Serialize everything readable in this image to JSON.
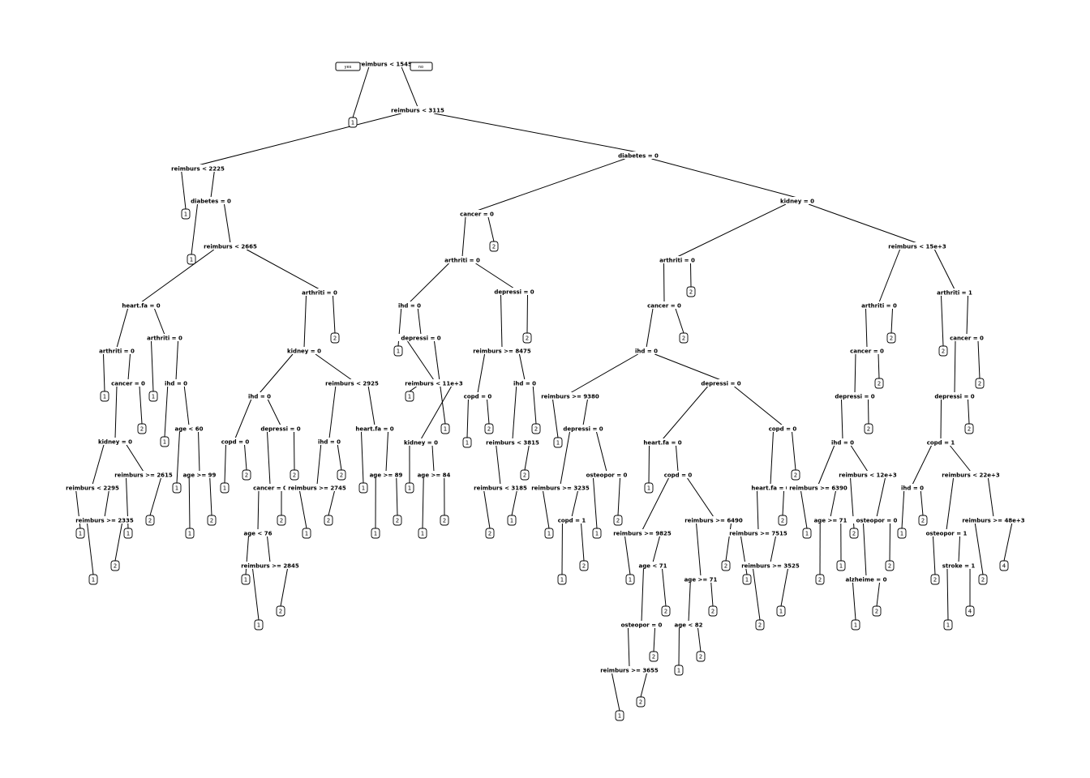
{
  "legend": {
    "yes": "yes",
    "no": "no"
  },
  "nodes": [
    {
      "id": "n1",
      "label": "reimburs < 1545",
      "parent": null,
      "branch": null
    },
    {
      "id": "L1",
      "leaf": "1",
      "parent": "n1",
      "branch": "yes"
    },
    {
      "id": "n2",
      "label": "reimburs < 3115",
      "parent": "n1",
      "branch": "no"
    },
    {
      "id": "n3",
      "label": "reimburs < 2225",
      "parent": "n2",
      "branch": "yes"
    },
    {
      "id": "n4",
      "label": "diabetes = 0",
      "parent": "n2",
      "branch": "no"
    },
    {
      "id": "L2",
      "leaf": "1",
      "parent": "n3",
      "branch": "yes"
    },
    {
      "id": "n5",
      "label": "diabetes = 0",
      "parent": "n3",
      "branch": "no"
    },
    {
      "id": "L3",
      "leaf": "1",
      "parent": "n5",
      "branch": "yes"
    },
    {
      "id": "n6",
      "label": "reimburs < 2665",
      "parent": "n5",
      "branch": "no"
    },
    {
      "id": "n7",
      "label": "heart.fa = 0",
      "parent": "n6",
      "branch": "yes"
    },
    {
      "id": "n8",
      "label": "arthriti = 0",
      "parent": "n6",
      "branch": "no"
    },
    {
      "id": "n9",
      "label": "arthriti = 0",
      "parent": "n7",
      "branch": "yes"
    },
    {
      "id": "n10",
      "label": "arthriti = 0",
      "parent": "n7",
      "branch": "no"
    },
    {
      "id": "L4",
      "leaf": "1",
      "parent": "n9",
      "branch": "yes"
    },
    {
      "id": "n11",
      "label": "cancer = 0",
      "parent": "n9",
      "branch": "no"
    },
    {
      "id": "n12",
      "label": "kidney = 0",
      "parent": "n11",
      "branch": "yes"
    },
    {
      "id": "L5",
      "leaf": "2",
      "parent": "n11",
      "branch": "no"
    },
    {
      "id": "n13",
      "label": "reimburs < 2295",
      "parent": "n12",
      "branch": "yes"
    },
    {
      "id": "n14",
      "label": "reimburs >= 2615",
      "parent": "n12",
      "branch": "no"
    },
    {
      "id": "L6",
      "leaf": "1",
      "parent": "n13",
      "branch": "yes"
    },
    {
      "id": "n15",
      "label": "reimburs >= 2335",
      "parent": "n13",
      "branch": "no"
    },
    {
      "id": "L7",
      "leaf": "1",
      "parent": "n15",
      "branch": "yes"
    },
    {
      "id": "L8",
      "leaf": "2",
      "parent": "n15",
      "branch": "no"
    },
    {
      "id": "L9",
      "leaf": "1",
      "parent": "n14",
      "branch": "yes"
    },
    {
      "id": "L10",
      "leaf": "2",
      "parent": "n14",
      "branch": "no"
    },
    {
      "id": "L11",
      "leaf": "1",
      "parent": "n10",
      "branch": "yes"
    },
    {
      "id": "n16",
      "label": "ihd = 0",
      "parent": "n10",
      "branch": "no"
    },
    {
      "id": "L12",
      "leaf": "1",
      "parent": "n16",
      "branch": "yes"
    },
    {
      "id": "n17",
      "label": "age < 60",
      "parent": "n16",
      "branch": "no"
    },
    {
      "id": "L13",
      "leaf": "1",
      "parent": "n17",
      "branch": "yes"
    },
    {
      "id": "n18",
      "label": "age >= 99",
      "parent": "n17",
      "branch": "no"
    },
    {
      "id": "L14",
      "leaf": "1",
      "parent": "n18",
      "branch": "yes"
    },
    {
      "id": "L15",
      "leaf": "2",
      "parent": "n18",
      "branch": "no"
    },
    {
      "id": "n19",
      "label": "kidney = 0",
      "parent": "n8",
      "branch": "yes"
    },
    {
      "id": "L16",
      "leaf": "2",
      "parent": "n8",
      "branch": "no"
    },
    {
      "id": "n20",
      "label": "ihd = 0",
      "parent": "n19",
      "branch": "yes"
    },
    {
      "id": "n21",
      "label": "reimburs < 2925",
      "parent": "n19",
      "branch": "no"
    },
    {
      "id": "n22",
      "label": "copd = 0",
      "parent": "n20",
      "branch": "yes"
    },
    {
      "id": "n23",
      "label": "depressi = 0",
      "parent": "n20",
      "branch": "no"
    },
    {
      "id": "L17",
      "leaf": "1",
      "parent": "n22",
      "branch": "yes"
    },
    {
      "id": "L18",
      "leaf": "2",
      "parent": "n22",
      "branch": "no"
    },
    {
      "id": "n24",
      "label": "cancer = 0",
      "parent": "n23",
      "branch": "yes"
    },
    {
      "id": "L19",
      "leaf": "2",
      "parent": "n23",
      "branch": "no"
    },
    {
      "id": "n25",
      "label": "age < 76",
      "parent": "n24",
      "branch": "yes"
    },
    {
      "id": "L20",
      "leaf": "2",
      "parent": "n24",
      "branch": "no"
    },
    {
      "id": "L21",
      "leaf": "1",
      "parent": "n25",
      "branch": "yes"
    },
    {
      "id": "n26",
      "label": "reimburs >= 2845",
      "parent": "n25",
      "branch": "no"
    },
    {
      "id": "L22",
      "leaf": "1",
      "parent": "n26",
      "branch": "yes"
    },
    {
      "id": "L23",
      "leaf": "2",
      "parent": "n26",
      "branch": "no"
    },
    {
      "id": "n27",
      "label": "ihd = 0",
      "parent": "n21",
      "branch": "yes"
    },
    {
      "id": "n28",
      "label": "heart.fa = 0",
      "parent": "n21",
      "branch": "no"
    },
    {
      "id": "n29",
      "label": "reimburs >= 2745",
      "parent": "n27",
      "branch": "yes"
    },
    {
      "id": "L24",
      "leaf": "2",
      "parent": "n27",
      "branch": "no"
    },
    {
      "id": "L25",
      "leaf": "1",
      "parent": "n29",
      "branch": "yes"
    },
    {
      "id": "L26",
      "leaf": "2",
      "parent": "n29",
      "branch": "no"
    },
    {
      "id": "L27",
      "leaf": "1",
      "parent": "n28",
      "branch": "yes"
    },
    {
      "id": "n30",
      "label": "age >= 89",
      "parent": "n28",
      "branch": "no"
    },
    {
      "id": "L28",
      "leaf": "1",
      "parent": "n30",
      "branch": "yes"
    },
    {
      "id": "L29",
      "leaf": "2",
      "parent": "n30",
      "branch": "no"
    },
    {
      "id": "n31",
      "label": "cancer = 0",
      "parent": "n4",
      "branch": "yes"
    },
    {
      "id": "n32",
      "label": "kidney = 0",
      "parent": "n4",
      "branch": "no"
    },
    {
      "id": "n33",
      "label": "arthriti = 0",
      "parent": "n31",
      "branch": "yes"
    },
    {
      "id": "L30",
      "leaf": "2",
      "parent": "n31",
      "branch": "no"
    },
    {
      "id": "n34",
      "label": "ihd = 0",
      "parent": "n33",
      "branch": "yes"
    },
    {
      "id": "n35",
      "label": "depressi = 0",
      "parent": "n33",
      "branch": "no"
    },
    {
      "id": "L31",
      "leaf": "1",
      "parent": "n34",
      "branch": "yes"
    },
    {
      "id": "n36",
      "label": "depressi = 0",
      "parent": "n34",
      "branch": "no"
    },
    {
      "id": "n37",
      "label": "reimburs < 11e+3",
      "parent": "n36",
      "branch": "yes"
    },
    {
      "id": "L32",
      "leaf": "1",
      "parent": "n36",
      "branch": "no"
    },
    {
      "id": "L33",
      "leaf": "1",
      "parent": "n37",
      "branch": "yes"
    },
    {
      "id": "n38",
      "label": "kidney = 0",
      "parent": "n37",
      "branch": "no"
    },
    {
      "id": "L34",
      "leaf": "1",
      "parent": "n38",
      "branch": "yes"
    },
    {
      "id": "n39",
      "label": "age >= 84",
      "parent": "n38",
      "branch": "no"
    },
    {
      "id": "L35",
      "leaf": "1",
      "parent": "n39",
      "branch": "yes"
    },
    {
      "id": "L36",
      "leaf": "2",
      "parent": "n39",
      "branch": "no"
    },
    {
      "id": "n40",
      "label": "reimburs >= 8475",
      "parent": "n35",
      "branch": "yes"
    },
    {
      "id": "L37",
      "leaf": "2",
      "parent": "n35",
      "branch": "no"
    },
    {
      "id": "n41",
      "label": "copd = 0",
      "parent": "n40",
      "branch": "yes"
    },
    {
      "id": "n42",
      "label": "ihd = 0",
      "parent": "n40",
      "branch": "no"
    },
    {
      "id": "L38",
      "leaf": "1",
      "parent": "n41",
      "branch": "yes"
    },
    {
      "id": "L39",
      "leaf": "2",
      "parent": "n41",
      "branch": "no"
    },
    {
      "id": "n43",
      "label": "reimburs < 3815",
      "parent": "n42",
      "branch": "yes"
    },
    {
      "id": "L40",
      "leaf": "2",
      "parent": "n42",
      "branch": "no"
    },
    {
      "id": "n44",
      "label": "reimburs < 3185",
      "parent": "n43",
      "branch": "yes"
    },
    {
      "id": "L41",
      "leaf": "2",
      "parent": "n43",
      "branch": "no"
    },
    {
      "id": "L42",
      "leaf": "2",
      "parent": "n44",
      "branch": "yes"
    },
    {
      "id": "L43",
      "leaf": "1",
      "parent": "n44",
      "branch": "no"
    },
    {
      "id": "n45",
      "label": "arthriti = 0",
      "parent": "n32",
      "branch": "yes"
    },
    {
      "id": "n46",
      "label": "reimburs < 15e+3",
      "parent": "n32",
      "branch": "no"
    },
    {
      "id": "n47",
      "label": "cancer = 0",
      "parent": "n45",
      "branch": "yes"
    },
    {
      "id": "L44",
      "leaf": "2",
      "parent": "n45",
      "branch": "no"
    },
    {
      "id": "n48",
      "label": "ihd = 0",
      "parent": "n47",
      "branch": "yes"
    },
    {
      "id": "L45",
      "leaf": "2",
      "parent": "n47",
      "branch": "no"
    },
    {
      "id": "n49",
      "label": "reimburs >= 9380",
      "parent": "n48",
      "branch": "yes"
    },
    {
      "id": "n50",
      "label": "depressi = 0",
      "parent": "n48",
      "branch": "no"
    },
    {
      "id": "L46",
      "leaf": "1",
      "parent": "n49",
      "branch": "yes"
    },
    {
      "id": "n51",
      "label": "depressi = 0",
      "parent": "n49",
      "branch": "no"
    },
    {
      "id": "n52",
      "label": "reimburs >= 3235",
      "parent": "n51",
      "branch": "yes"
    },
    {
      "id": "n53",
      "label": "osteopor = 0",
      "parent": "n51",
      "branch": "no"
    },
    {
      "id": "L47",
      "leaf": "1",
      "parent": "n52",
      "branch": "yes"
    },
    {
      "id": "n54",
      "label": "copd = 1",
      "parent": "n52",
      "branch": "no"
    },
    {
      "id": "L48",
      "leaf": "1",
      "parent": "n54",
      "branch": "yes"
    },
    {
      "id": "L49",
      "leaf": "2",
      "parent": "n54",
      "branch": "no"
    },
    {
      "id": "L50",
      "leaf": "1",
      "parent": "n53",
      "branch": "yes"
    },
    {
      "id": "L51",
      "leaf": "2",
      "parent": "n53",
      "branch": "no"
    },
    {
      "id": "n55",
      "label": "heart.fa = 0",
      "parent": "n50",
      "branch": "yes"
    },
    {
      "id": "n56",
      "label": "copd = 0",
      "parent": "n50",
      "branch": "no"
    },
    {
      "id": "L52",
      "leaf": "1",
      "parent": "n55",
      "branch": "yes"
    },
    {
      "id": "n57",
      "label": "copd = 0",
      "parent": "n55",
      "branch": "no"
    },
    {
      "id": "n58",
      "label": "reimburs >= 9825",
      "parent": "n57",
      "branch": "yes"
    },
    {
      "id": "n59",
      "label": "reimburs >= 6490",
      "parent": "n57",
      "branch": "no"
    },
    {
      "id": "L53",
      "leaf": "1",
      "parent": "n58",
      "branch": "yes"
    },
    {
      "id": "n60",
      "label": "age < 71",
      "parent": "n58",
      "branch": "no"
    },
    {
      "id": "n61",
      "label": "osteopor = 0",
      "parent": "n60",
      "branch": "yes"
    },
    {
      "id": "L54",
      "leaf": "2",
      "parent": "n60",
      "branch": "no"
    },
    {
      "id": "n62",
      "label": "reimburs >= 3655",
      "parent": "n61",
      "branch": "yes"
    },
    {
      "id": "L55",
      "leaf": "2",
      "parent": "n61",
      "branch": "no"
    },
    {
      "id": "L56",
      "leaf": "1",
      "parent": "n62",
      "branch": "yes"
    },
    {
      "id": "L57",
      "leaf": "2",
      "parent": "n62",
      "branch": "no"
    },
    {
      "id": "n63",
      "label": "age >= 71",
      "parent": "n59",
      "branch": "yes"
    },
    {
      "id": "L58",
      "leaf": "2",
      "parent": "n59",
      "branch": "no"
    },
    {
      "id": "n64",
      "label": "age < 82",
      "parent": "n63",
      "branch": "yes"
    },
    {
      "id": "L59",
      "leaf": "2",
      "parent": "n63",
      "branch": "no"
    },
    {
      "id": "L60",
      "leaf": "1",
      "parent": "n64",
      "branch": "yes"
    },
    {
      "id": "L61",
      "leaf": "2",
      "parent": "n64",
      "branch": "no"
    },
    {
      "id": "n65",
      "label": "heart.fa = 0",
      "parent": "n56",
      "branch": "yes"
    },
    {
      "id": "L62",
      "leaf": "2",
      "parent": "n56",
      "branch": "no"
    },
    {
      "id": "n66",
      "label": "reimburs >= 7515",
      "parent": "n65",
      "branch": "yes"
    },
    {
      "id": "L63",
      "leaf": "2",
      "parent": "n65",
      "branch": "no"
    },
    {
      "id": "L64",
      "leaf": "1",
      "parent": "n66",
      "branch": "yes"
    },
    {
      "id": "n67",
      "label": "reimburs >= 3525",
      "parent": "n66",
      "branch": "no"
    },
    {
      "id": "L65",
      "leaf": "2",
      "parent": "n67",
      "branch": "yes"
    },
    {
      "id": "L66",
      "leaf": "1",
      "parent": "n67",
      "branch": "no"
    },
    {
      "id": "n68",
      "label": "arthriti = 0",
      "parent": "n46",
      "branch": "yes"
    },
    {
      "id": "n69",
      "label": "arthriti = 1",
      "parent": "n46",
      "branch": "no"
    },
    {
      "id": "n70",
      "label": "cancer = 0",
      "parent": "n68",
      "branch": "yes"
    },
    {
      "id": "L67",
      "leaf": "2",
      "parent": "n68",
      "branch": "no"
    },
    {
      "id": "n71",
      "label": "depressi = 0",
      "parent": "n70",
      "branch": "yes"
    },
    {
      "id": "L68",
      "leaf": "2",
      "parent": "n70",
      "branch": "no"
    },
    {
      "id": "n72",
      "label": "ihd = 0",
      "parent": "n71",
      "branch": "yes"
    },
    {
      "id": "L69",
      "leaf": "2",
      "parent": "n71",
      "branch": "no"
    },
    {
      "id": "n73",
      "label": "reimburs >= 6390",
      "parent": "n72",
      "branch": "yes"
    },
    {
      "id": "n74",
      "label": "reimburs < 12e+3",
      "parent": "n72",
      "branch": "no"
    },
    {
      "id": "L70",
      "leaf": "1",
      "parent": "n73",
      "branch": "yes"
    },
    {
      "id": "n75",
      "label": "age >= 71",
      "parent": "n73",
      "branch": "no"
    },
    {
      "id": "L71",
      "leaf": "2",
      "parent": "n75",
      "branch": "yes"
    },
    {
      "id": "L72",
      "leaf": "1",
      "parent": "n75",
      "branch": "no"
    },
    {
      "id": "L73",
      "leaf": "2",
      "parent": "n74",
      "branch": "yes"
    },
    {
      "id": "n76",
      "label": "osteopor = 0",
      "parent": "n74",
      "branch": "no"
    },
    {
      "id": "n77",
      "label": "alzheime = 0",
      "parent": "n76",
      "branch": "yes"
    },
    {
      "id": "L74",
      "leaf": "2",
      "parent": "n76",
      "branch": "no"
    },
    {
      "id": "L75",
      "leaf": "1",
      "parent": "n77",
      "branch": "yes"
    },
    {
      "id": "L76",
      "leaf": "2",
      "parent": "n77",
      "branch": "no"
    },
    {
      "id": "L77",
      "leaf": "2",
      "parent": "n69",
      "branch": "yes"
    },
    {
      "id": "n78",
      "label": "cancer = 0",
      "parent": "n69",
      "branch": "no"
    },
    {
      "id": "n79",
      "label": "depressi = 0",
      "parent": "n78",
      "branch": "yes"
    },
    {
      "id": "L78",
      "leaf": "2",
      "parent": "n78",
      "branch": "no"
    },
    {
      "id": "n80",
      "label": "copd = 1",
      "parent": "n79",
      "branch": "yes"
    },
    {
      "id": "L79",
      "leaf": "2",
      "parent": "n79",
      "branch": "no"
    },
    {
      "id": "n81",
      "label": "ihd = 0",
      "parent": "n80",
      "branch": "yes"
    },
    {
      "id": "n82",
      "label": "reimburs < 22e+3",
      "parent": "n80",
      "branch": "no"
    },
    {
      "id": "L80",
      "leaf": "1",
      "parent": "n81",
      "branch": "yes"
    },
    {
      "id": "L81",
      "leaf": "2",
      "parent": "n81",
      "branch": "no"
    },
    {
      "id": "n83",
      "label": "osteopor = 1",
      "parent": "n82",
      "branch": "yes"
    },
    {
      "id": "n84",
      "label": "reimburs >= 48e+3",
      "parent": "n82",
      "branch": "no"
    },
    {
      "id": "L82",
      "leaf": "2",
      "parent": "n83",
      "branch": "yes"
    },
    {
      "id": "n85",
      "label": "stroke = 1",
      "parent": "n83",
      "branch": "no"
    },
    {
      "id": "L83",
      "leaf": "1",
      "parent": "n85",
      "branch": "yes"
    },
    {
      "id": "L84",
      "leaf": "4",
      "parent": "n85",
      "branch": "no"
    },
    {
      "id": "L85",
      "leaf": "2",
      "parent": "n84",
      "branch": "yes"
    },
    {
      "id": "L86",
      "leaf": "4",
      "parent": "n84",
      "branch": "no"
    }
  ]
}
